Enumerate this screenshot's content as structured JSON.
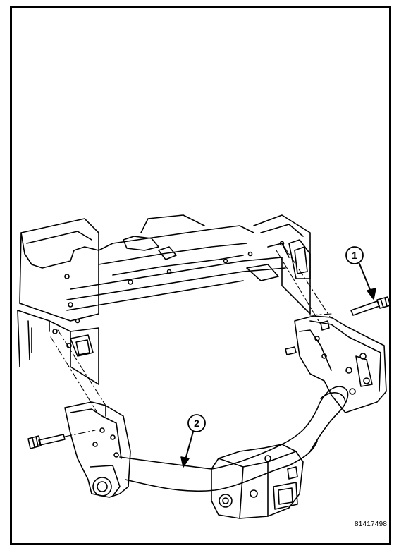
{
  "figure": {
    "id_label": "81417498",
    "callouts": [
      {
        "label": "1",
        "part": "bolt"
      },
      {
        "label": "2",
        "part": "hitch receiver"
      }
    ]
  },
  "colors": {
    "line": "#000000",
    "background": "#ffffff"
  }
}
